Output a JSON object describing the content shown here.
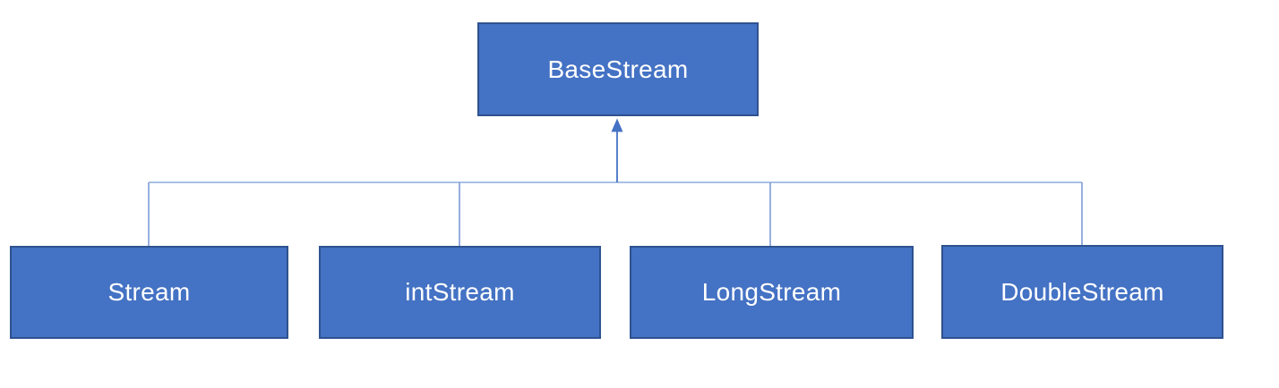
{
  "diagram": {
    "type": "hierarchy",
    "root": {
      "label": "BaseStream"
    },
    "children": [
      {
        "label": "Stream"
      },
      {
        "label": "intStream"
      },
      {
        "label": "LongStream"
      },
      {
        "label": "DoubleStream"
      }
    ]
  },
  "colors": {
    "background": "#FFFFFF",
    "node_fill": "#4472C4",
    "node_border": "#2F528F",
    "label_color": "#FFFFFF",
    "bus_line": "#A9C0E4",
    "drop_line": "#7D9BD6",
    "arrow": "#4472C4"
  }
}
